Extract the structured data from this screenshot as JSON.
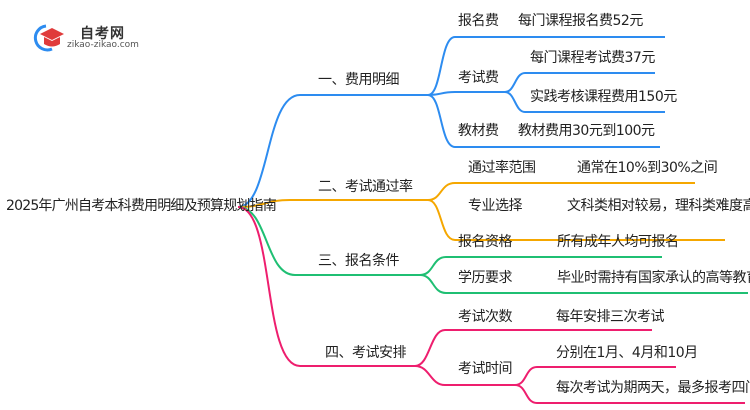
{
  "logo": {
    "name": "自考网",
    "url": "zikao-zikao.com"
  },
  "root": "2025年广州自考本科费用明细及预算规划指南",
  "colors": {
    "blue": "#2d8cf0",
    "orange": "#f5a700",
    "green": "#1fbf73",
    "pink": "#ee1e6e"
  },
  "branches": [
    {
      "label": "一、费用明细",
      "children": [
        {
          "label": "报名费",
          "leaves": [
            "每门课程报名费52元"
          ]
        },
        {
          "label": "考试费",
          "leaves": [
            "每门课程考试费37元",
            "实践考核课程费用150元"
          ]
        },
        {
          "label": "教材费",
          "leaves": [
            "教材费用30元到100元"
          ]
        }
      ]
    },
    {
      "label": "二、考试通过率",
      "children": [
        {
          "label": "通过率范围",
          "leaves": [
            "通常在10%到30%之间"
          ]
        },
        {
          "label": "专业选择",
          "leaves": [
            "文科类相对较易，理科类难度高"
          ]
        }
      ]
    },
    {
      "label": "三、报名条件",
      "children": [
        {
          "label": "报名资格",
          "leaves": [
            "所有成年人均可报名"
          ]
        },
        {
          "label": "学历要求",
          "leaves": [
            "毕业时需持有国家承认的高等教育学历"
          ]
        }
      ]
    },
    {
      "label": "四、考试安排",
      "children": [
        {
          "label": "考试次数",
          "leaves": [
            "每年安排三次考试"
          ]
        },
        {
          "label": "考试时间",
          "leaves": [
            "分别在1月、4月和10月",
            "每次考试为期两天，最多报考四门课程"
          ]
        }
      ]
    }
  ]
}
